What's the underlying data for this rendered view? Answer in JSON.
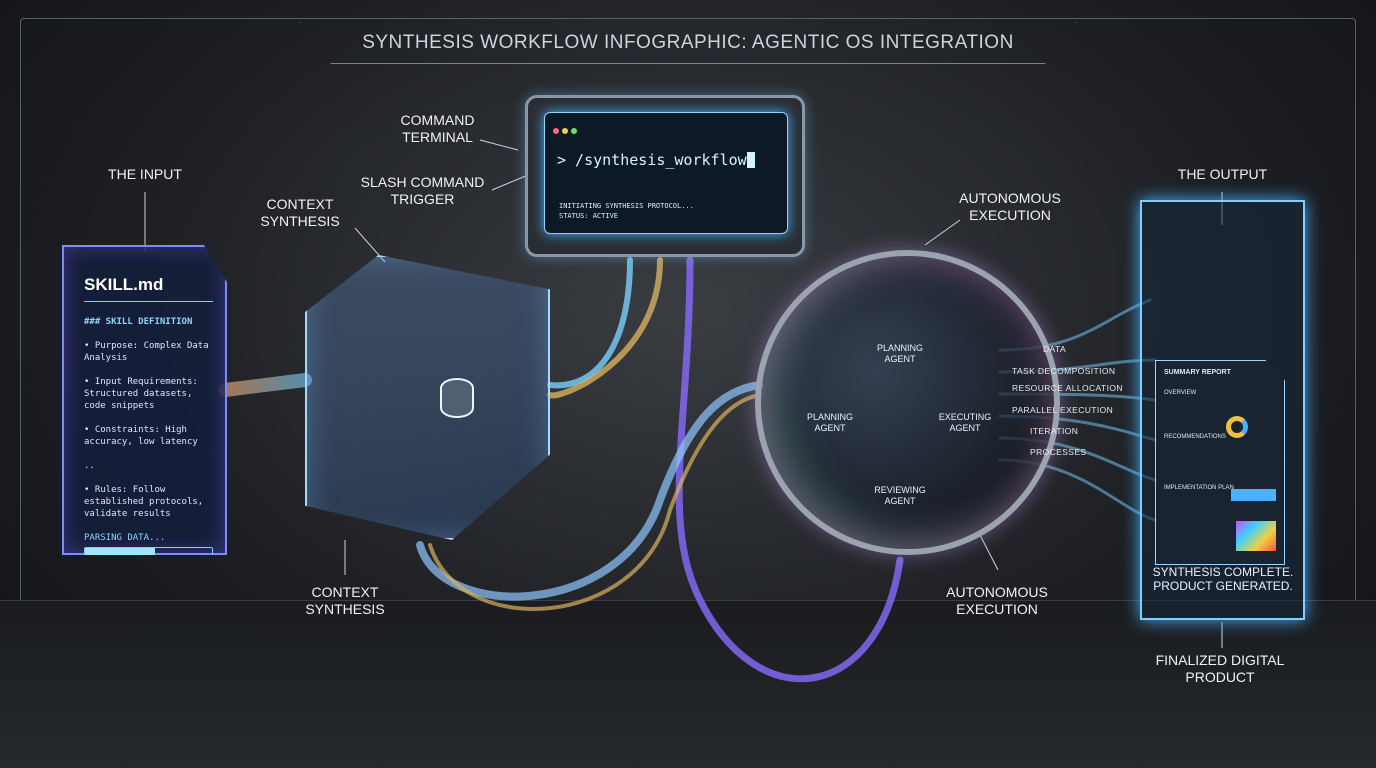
{
  "title": "SYNTHESIS WORKFLOW INFOGRAPHIC: AGENTIC OS INTEGRATION",
  "labels": {
    "input": "THE INPUT",
    "command_terminal": "COMMAND TERMINAL",
    "slash_trigger": "SLASH COMMAND TRIGGER",
    "context_top": "CONTEXT SYNTHESIS",
    "context_bottom": "CONTEXT SYNTHESIS",
    "auto_top": "AUTONOMOUS EXECUTION",
    "auto_bottom": "AUTONOMOUS EXECUTION",
    "output": "THE OUTPUT",
    "finalized": "FINALIZED DIGITAL PRODUCT"
  },
  "skill_doc": {
    "title": "SKILL.md",
    "heading": "### SKILL DEFINITION",
    "lines": [
      "• Purpose: Complex Data Analysis",
      "• Input Requirements: Structured datasets, code snippets",
      "• Constraints: High accuracy, low latency",
      "..",
      "• Rules: Follow established protocols, validate results"
    ],
    "status": "PARSING DATA...",
    "progress": 0.55
  },
  "terminal": {
    "command": "> /synthesis_workflow",
    "status_line1": "INITIATING SYNTHESIS PROTOCOL...",
    "status_line2": "STATUS: ACTIVE"
  },
  "agents": {
    "top": "PLANNING AGENT",
    "left": "PLANNING AGENT",
    "right": "EXECUTING AGENT",
    "bottom": "REVIEWING AGENT"
  },
  "flows": [
    "DATA",
    "TASK DECOMPOSITION",
    "RESOURCE ALLOCATION",
    "PARALLEL EXECUTION",
    "ITERATION",
    "PROCESSES"
  ],
  "output_doc": {
    "title": "SUMMARY REPORT",
    "sections": [
      "OVERVIEW",
      "RECOMMENDATIONS",
      "IMPLEMENTATION PLAN"
    ],
    "complete": "SYNTHESIS COMPLETE. PRODUCT GENERATED."
  },
  "colors": {
    "accent": "#7ad0ff",
    "purple": "#8a6cff",
    "gold": "#d8b060"
  }
}
